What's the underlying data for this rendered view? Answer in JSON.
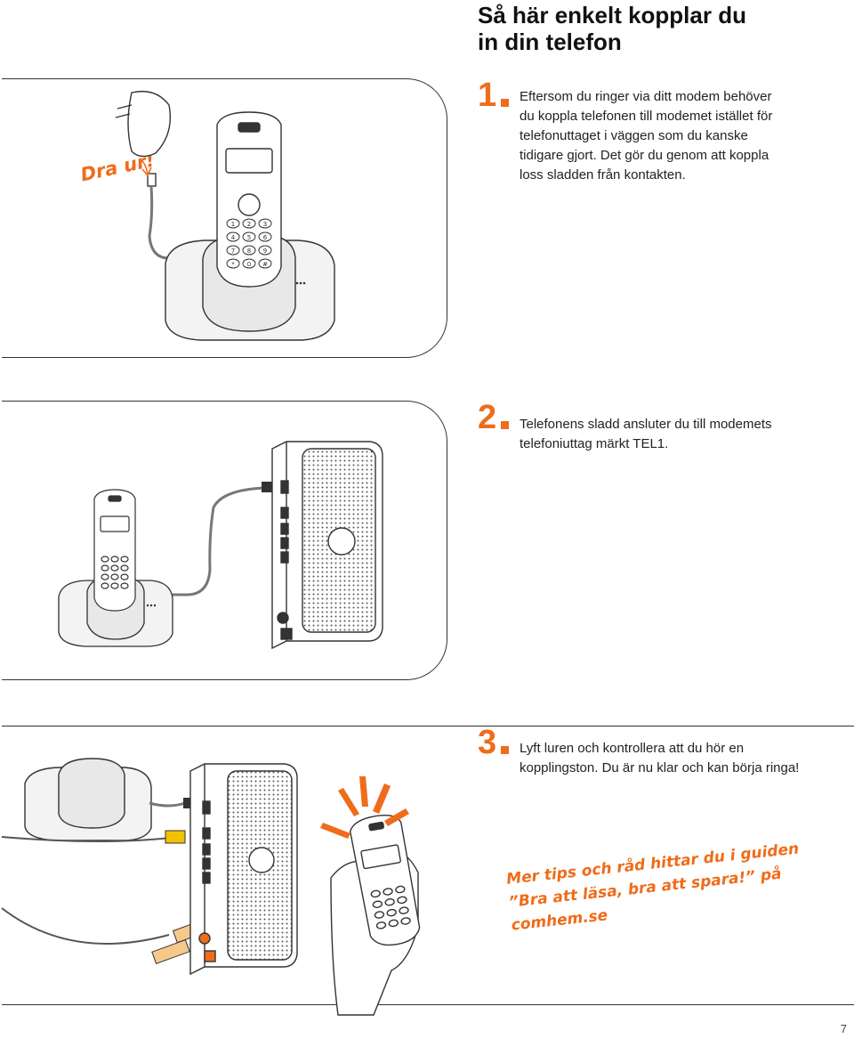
{
  "title_lines": [
    "Så här enkelt kopplar du",
    "in din telefon"
  ],
  "steps": [
    {
      "number": "1",
      "text_lines": [
        "Eftersom du ringer via ditt modem behöver",
        "du koppla telefonen till modemet istället för",
        "telefonuttaget i väggen som du kanske",
        "tidigare gjort. Det gör du genom att koppla",
        "loss sladden från kontakten."
      ],
      "annotation": "Dra ur!"
    },
    {
      "number": "2",
      "text_lines": [
        "Telefonens sladd ansluter du till modemets",
        "telefoniuttag märkt TEL1."
      ]
    },
    {
      "number": "3",
      "text_lines": [
        "Lyft luren och kontrollera att du hör en",
        "kopplingston. Du är nu klar och kan börja ringa!"
      ],
      "tip_lines": [
        "Mer tips och råd hittar du i guiden",
        "”Bra att läsa, bra att spara!” på comhem.se"
      ]
    }
  ],
  "keypad_labels": [
    "1",
    "2",
    "3",
    "4",
    "5",
    "6",
    "7",
    "8",
    "9",
    "*",
    "0",
    "#"
  ],
  "page_number": "7",
  "colors": {
    "accent": "#ef6c1a",
    "line": "#333333",
    "panel_border": "#333333"
  }
}
